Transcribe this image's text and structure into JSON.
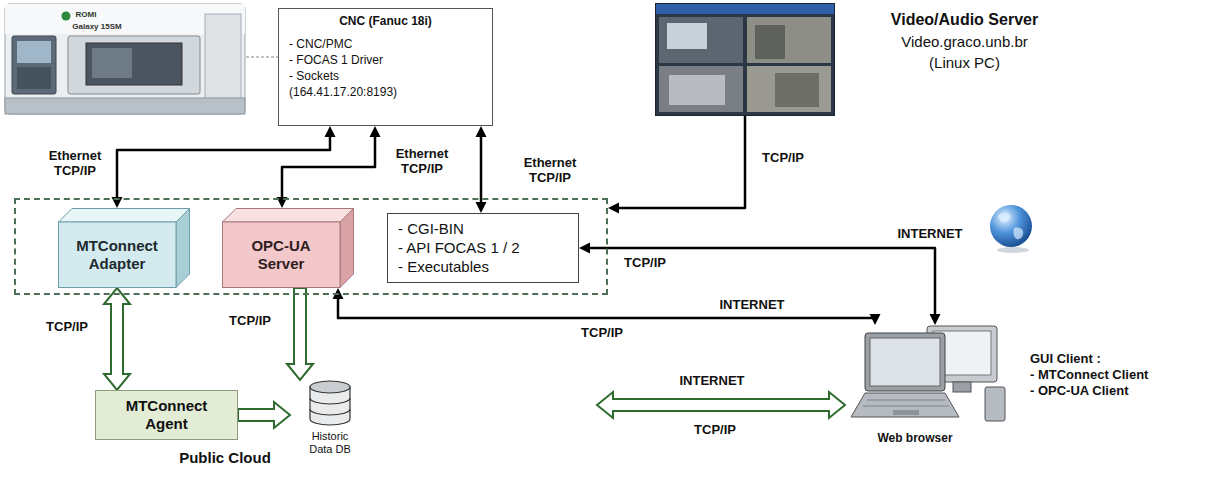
{
  "diagram": {
    "nodes": [
      {
        "text": [
          "CNC (Fanuc 18i)",
          "- CNC/PMC",
          "- FOCAS 1 Driver",
          "- Sockets",
          "(164.41.17.20:8193)"
        ]
      },
      {
        "text": [
          "Video/Audio Server",
          "Video.graco.unb.br",
          "(Linux PC)"
        ]
      },
      {
        "text": []
      },
      {
        "text": [
          "MTConnect Adapter"
        ],
        "in": 2
      },
      {
        "text": [
          "OPC-UA Server"
        ],
        "in": 2
      },
      {
        "text": [
          "- CGI-BIN",
          "- API FOCAS 1 / 2",
          "- Executables"
        ],
        "in": 2
      },
      {
        "text": [
          "Public Cloud"
        ]
      },
      {
        "text": [
          "MTConnect Agent"
        ],
        "in": 6
      },
      {
        "text": [
          "Historic Data DB"
        ],
        "in": 6
      },
      {
        "text": [
          "Web browser"
        ]
      }
    ],
    "edges": [
      {
        "from": 3,
        "to": 0,
        "arrow": "both",
        "label": "Ethernet TCP/IP"
      },
      {
        "from": 4,
        "to": 0,
        "arrow": "both",
        "label": "Ethernet TCP/IP"
      },
      {
        "from": 5,
        "to": 0,
        "arrow": "both",
        "label": "Ethernet TCP/IP"
      },
      {
        "from": 1,
        "to": 2,
        "arrow": "to",
        "label": "TCP/IP"
      },
      {
        "from": 9,
        "to": 5,
        "arrow": "both",
        "label": "INTERNET"
      },
      {
        "from": 4,
        "to": 9,
        "arrow": "both",
        "label": "INTERNET"
      },
      {
        "from": 3,
        "to": 7,
        "arrow": "both",
        "label": "TCP/IP"
      },
      {
        "from": 4,
        "to": 8,
        "arrow": "to",
        "label": "TCP/IP"
      },
      {
        "from": 7,
        "to": 8,
        "arrow": "to"
      },
      {
        "from": 6,
        "to": 9,
        "arrow": "both",
        "label": "INTERNET"
      }
    ],
    "labels": [
      "ROMI",
      "Galaxy 15SM",
      "TCP/IP",
      "TCP/IP",
      "TCP/IP",
      "GUI Client :",
      "- MTConnect Client",
      "- OPC-UA Client"
    ]
  }
}
